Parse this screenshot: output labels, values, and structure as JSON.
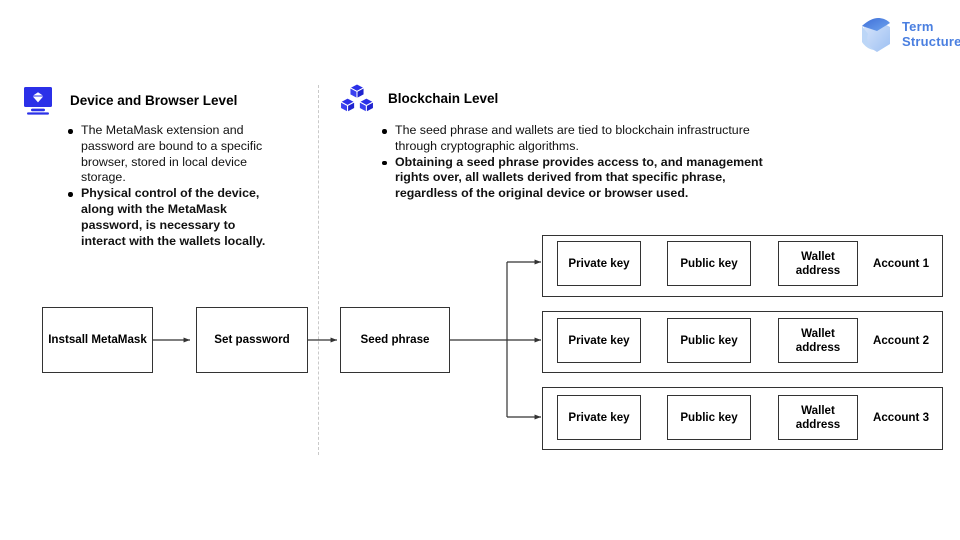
{
  "brand": {
    "icon": "term-structure-cube-logo",
    "line1": "Term",
    "line2": "Structure",
    "color": "#4a7fe0"
  },
  "sections": [
    {
      "id": "device-browser-level",
      "icon": "monitor-diamond-icon",
      "title": "Device and Browser Level",
      "bullets": [
        {
          "text": "The MetaMask extension and password are bound to a specific browser, stored in local device storage.",
          "bold": false
        },
        {
          "text": "Physical control of the device, along with the MetaMask password, is necessary to interact with the wallets locally.",
          "bold": true
        }
      ]
    },
    {
      "id": "blockchain-level",
      "icon": "blockchain-cubes-icon",
      "title": "Blockchain Level",
      "bullets": [
        {
          "text": "The seed phrase and wallets are tied to blockchain infrastructure through cryptographic algorithms.",
          "bold": false
        },
        {
          "text": "Obtaining a seed phrase provides access to, and management rights over, all wallets derived from that specific phrase, regardless of the original device or browser used.",
          "bold": true
        }
      ]
    }
  ],
  "flow": {
    "setup_steps": [
      {
        "id": "install-metamask",
        "label": "Instsall MetaMask"
      },
      {
        "id": "set-password",
        "label": "Set password"
      },
      {
        "id": "seed-phrase",
        "label": "Seed phrase"
      }
    ],
    "key_stage_labels": {
      "private_key": "Private key",
      "public_key": "Public key",
      "wallet_address": "Wallet address"
    },
    "accounts": [
      {
        "id": "account-1",
        "name": "Account 1",
        "private_key": "Private key",
        "public_key": "Public key",
        "wallet_address": "Wallet address"
      },
      {
        "id": "account-2",
        "name": "Account 2",
        "private_key": "Private key",
        "public_key": "Public key",
        "wallet_address": "Wallet address"
      },
      {
        "id": "account-3",
        "name": "Account 3",
        "private_key": "Private key",
        "public_key": "Public key",
        "wallet_address": "Wallet address"
      }
    ]
  },
  "style": {
    "icon_blue": "#2b30e8",
    "line_color": "#333333",
    "divider_color": "#c9c9c9"
  }
}
